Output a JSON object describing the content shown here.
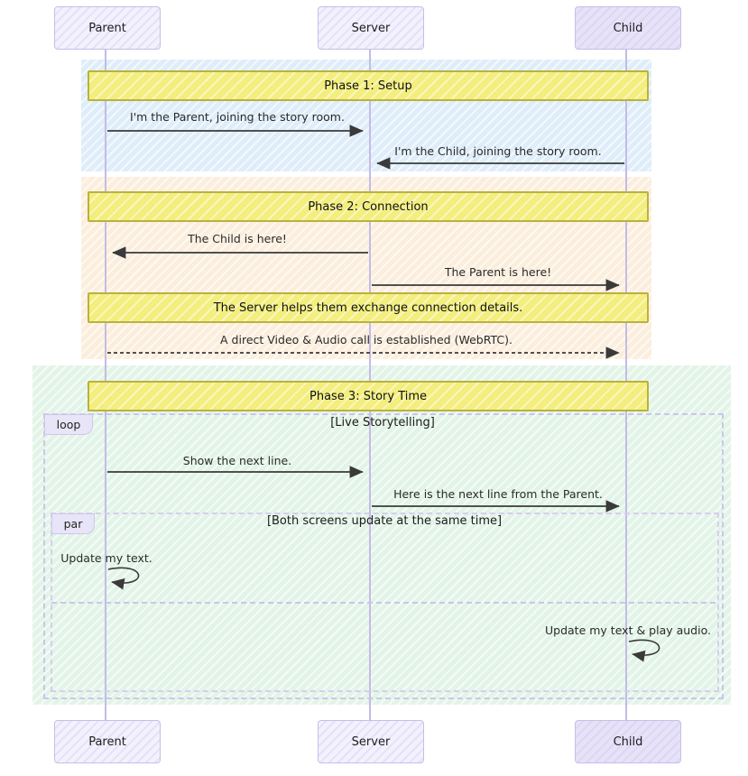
{
  "actors": [
    {
      "label": "Parent"
    },
    {
      "label": "Server"
    },
    {
      "label": "Child"
    }
  ],
  "banners": {
    "phase1": "Phase 1: Setup",
    "phase2": "Phase 2: Connection",
    "server_help": "The Server helps them exchange connection details.",
    "phase3": "Phase 3: Story Time"
  },
  "messages": {
    "parent_join": "I'm the Parent, joining the story room.",
    "child_join": "I'm the Child, joining the story room.",
    "child_here": "The Child is here!",
    "parent_here": "The Parent is here!",
    "webrtc": "A direct Video & Audio call is established (WebRTC).",
    "show_next": "Show the next line.",
    "next_line": "Here is the next line from the Parent.",
    "update_text": "Update my text.",
    "update_text_audio": "Update my text & play audio."
  },
  "blocks": {
    "loop_label": "loop",
    "loop_condition": "[Live Storytelling]",
    "par_label": "par",
    "par_condition": "[Both screens update at the same time]"
  },
  "colors": {
    "phase1_bg": "#deedf9",
    "phase2_bg": "#fceedd",
    "phase3_bg": "#e2f4e7",
    "banner_fill": "#f3ee7d",
    "banner_border": "#b9b23f",
    "actor_fill": "#f3f1fd",
    "actor_child_fill": "#e7e2f8",
    "actor_border": "#c5bfe6",
    "lifeline": "#c3bce6",
    "arrow": "#3a3a3a"
  }
}
